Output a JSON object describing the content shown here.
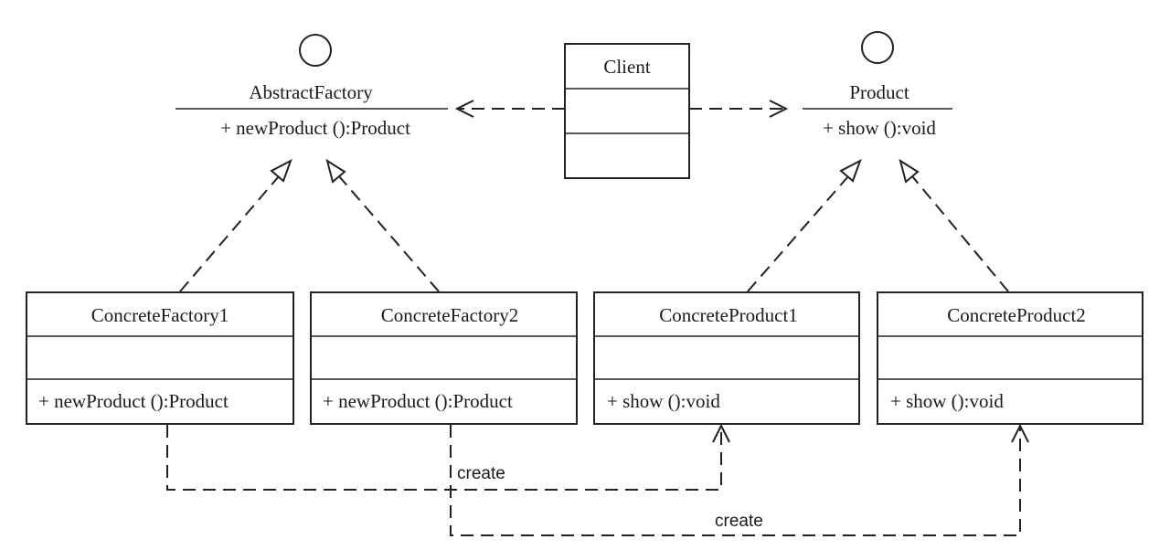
{
  "interfaces": {
    "abstract_factory": {
      "name": "AbstractFactory",
      "method": "+ newProduct ():Product"
    },
    "product": {
      "name": "Product",
      "method": "+ show ():void"
    }
  },
  "client": {
    "name": "Client"
  },
  "classes": {
    "concrete_factory1": {
      "name": "ConcreteFactory1",
      "method": "+ newProduct ():Product"
    },
    "concrete_factory2": {
      "name": "ConcreteFactory2",
      "method": "+ newProduct ():Product"
    },
    "concrete_product1": {
      "name": "ConcreteProduct1",
      "method": "+ show ():void"
    },
    "concrete_product2": {
      "name": "ConcreteProduct2",
      "method": "+ show ():void"
    }
  },
  "relations": {
    "create1": "create",
    "create2": "create"
  }
}
